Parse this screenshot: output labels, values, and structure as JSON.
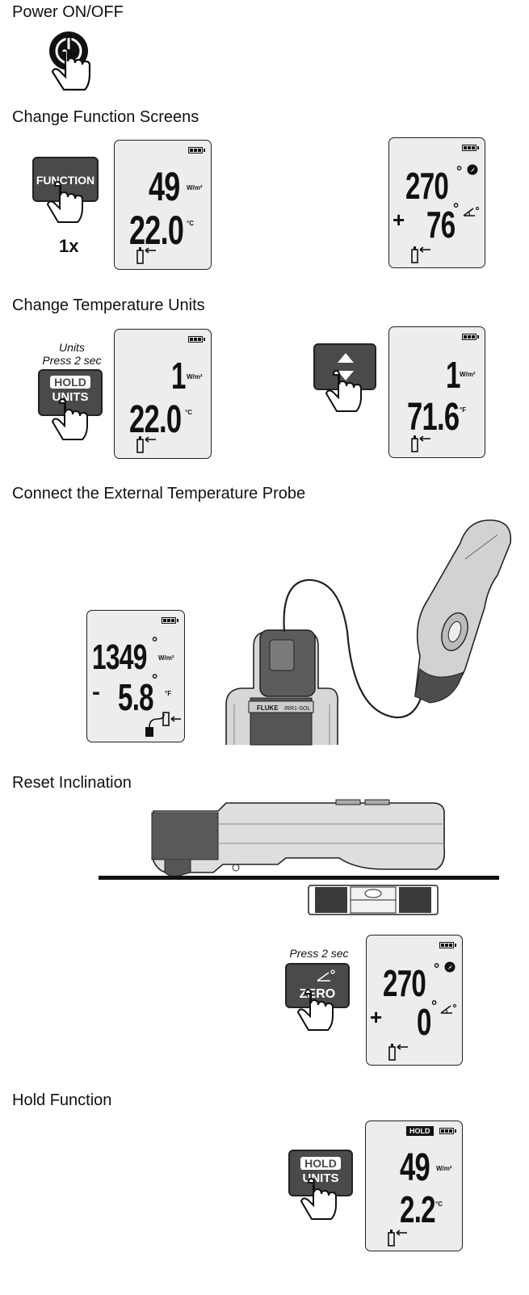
{
  "sections": {
    "power": "Power ON/OFF",
    "function_screens": "Change Function Screens",
    "temp_units": "Change Temperature Units",
    "ext_probe": "Connect the External Temperature Probe",
    "reset_incl": "Reset Inclination",
    "hold": "Hold Function"
  },
  "buttons": {
    "function": "FUNCTION",
    "press_count": "1x",
    "units_caption_1": "Units",
    "units_caption_2": "Press 2 sec",
    "hold": "HOLD",
    "units": "UNITS",
    "zero": "ZERO",
    "zero_caption": "Press 2 sec"
  },
  "screens": {
    "fn_a": {
      "top": "49",
      "top_unit": "W/m²",
      "bottom": "22.0",
      "bottom_unit": "°C"
    },
    "fn_b": {
      "top": "270",
      "bottom_sign": "+",
      "bottom": "76"
    },
    "tu_a": {
      "top": "1",
      "top_unit": "W/m²",
      "bottom": "22.0",
      "bottom_unit": "°C"
    },
    "tu_b": {
      "top": "1",
      "top_unit": "W/m²",
      "bottom": "71.6",
      "bottom_unit": "°F"
    },
    "probe": {
      "top": "1349",
      "top_unit": "W/m²",
      "bottom_sign": "-",
      "bottom": "5.8",
      "bottom_unit": "°F"
    },
    "zero": {
      "top": "270",
      "bottom_sign": "+",
      "bottom": "0"
    },
    "hold": {
      "tag": "HOLD",
      "top": "49",
      "top_unit": "W/m²",
      "bottom": "2.2",
      "bottom_unit": "°C"
    }
  },
  "device": {
    "brand": "FLUKE",
    "model": "IRR1-SOL"
  },
  "colors": {
    "button": "#4a4a4a",
    "lcd": "#ededed",
    "ink": "#111111"
  }
}
